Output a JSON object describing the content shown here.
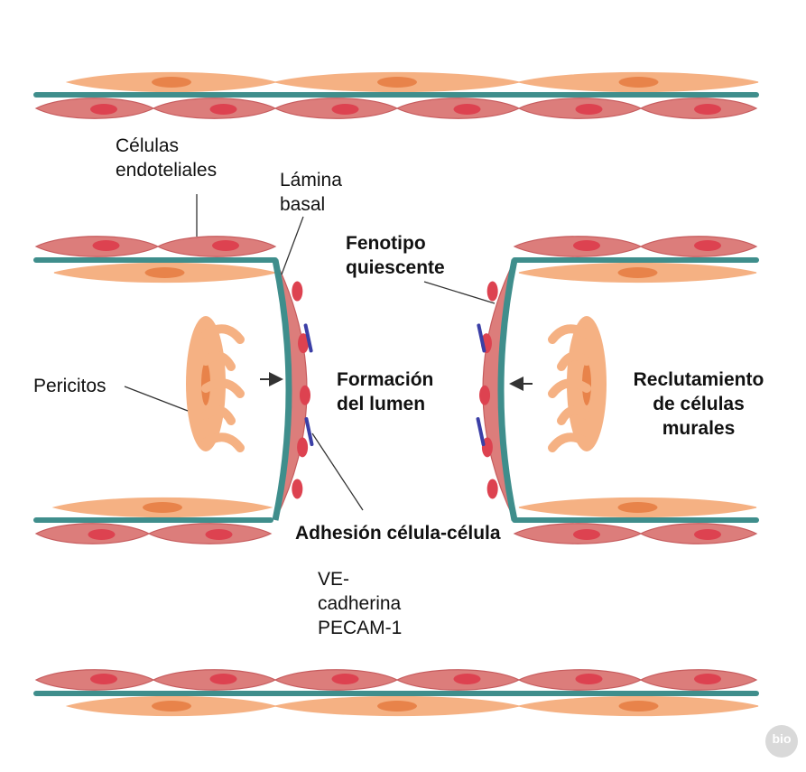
{
  "colors": {
    "endothelial_cell": "#dc7d7b",
    "endothelial_outline": "#c65c5e",
    "nucleus": "#dd4250",
    "pericyte": "#f5b183",
    "pericyte_nucleus": "#e8834a",
    "basal_lamina": "#3f8e8c",
    "adhesion_marker": "#3b3fa6",
    "pointer_line": "#333333"
  },
  "labels": {
    "endothelial_cells": "Células\nendoteliales",
    "basal_lamina": "Lámina\nbasal",
    "quiescent_phenotype": "Fenotipo\nquiescente",
    "pericytes": "Pericitos",
    "lumen_formation": "Formación\ndel lumen",
    "mural_recruitment": "Reclutamiento\nde células\nmurales",
    "cell_adhesion": "Adhesión célula-célula",
    "adhesion_molecules": "VE-\ncadherina\nPECAM-1"
  },
  "watermark": "bio"
}
